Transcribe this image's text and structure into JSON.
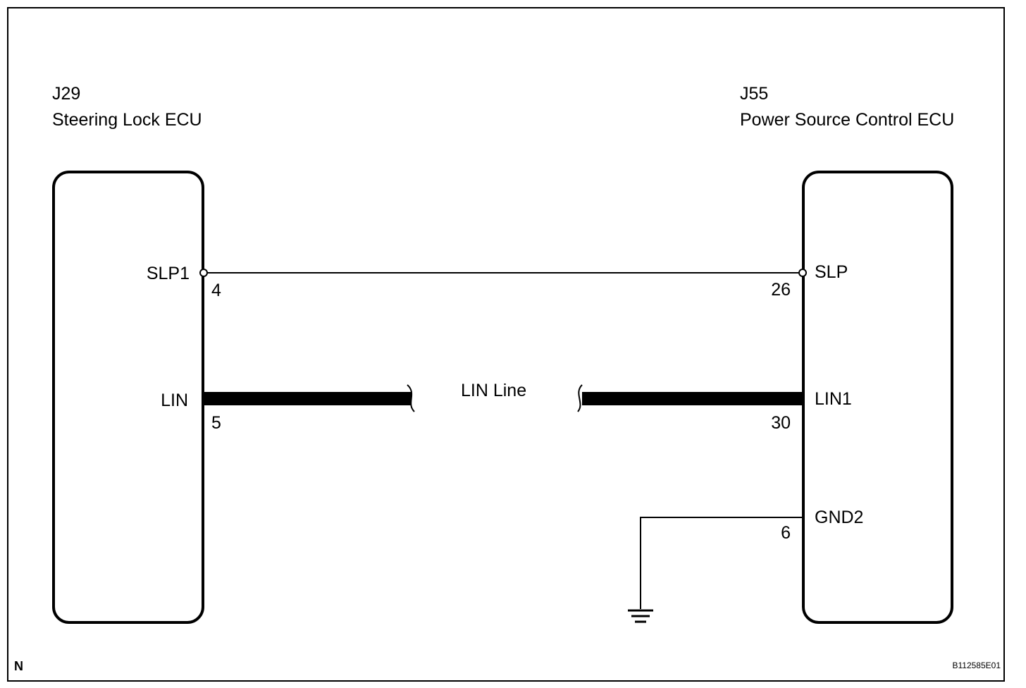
{
  "left_ecu": {
    "connector": "J29",
    "name": "Steering Lock ECU",
    "pins": [
      {
        "label": "SLP1",
        "number": "4"
      },
      {
        "label": "LIN",
        "number": "5"
      }
    ]
  },
  "right_ecu": {
    "connector": "J55",
    "name": "Power Source Control ECU",
    "pins": [
      {
        "label": "SLP",
        "number": "26"
      },
      {
        "label": "LIN1",
        "number": "30"
      },
      {
        "label": "GND2",
        "number": "6"
      }
    ]
  },
  "lin_line_label": "LIN Line",
  "corner_mark": "N",
  "figure_code": "B112585E01"
}
